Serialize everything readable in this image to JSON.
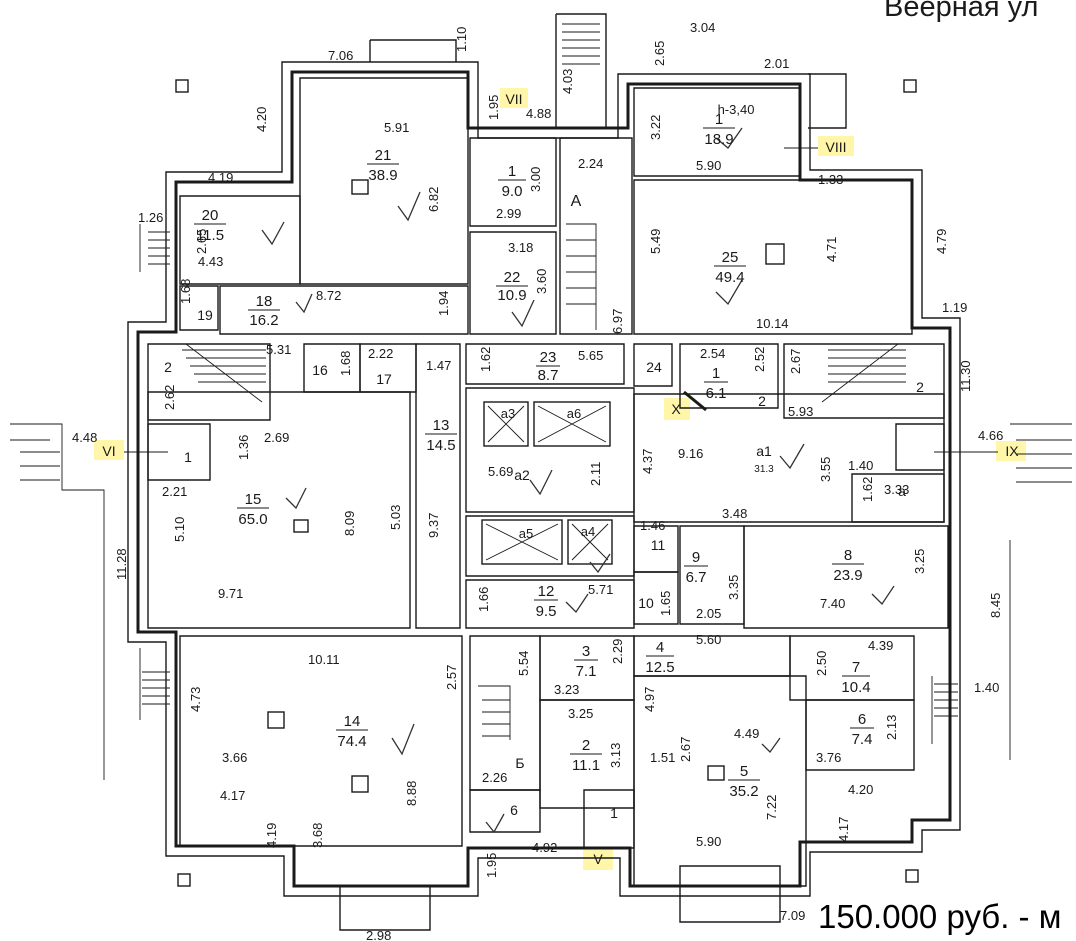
{
  "street_label": "Веерная ул",
  "price_label": "150.000 руб. - м",
  "ceiling_height": "h-3,40",
  "rooms": [
    {
      "id": "r1",
      "num": "1",
      "area": "18.9"
    },
    {
      "id": "r21",
      "num": "21",
      "area": "38.9"
    },
    {
      "id": "r20",
      "num": "20",
      "area": "11.5"
    },
    {
      "id": "r18",
      "num": "18",
      "area": "16.2"
    },
    {
      "id": "r1b",
      "num": "1",
      "area": "9.0"
    },
    {
      "id": "r22",
      "num": "22",
      "area": "10.9"
    },
    {
      "id": "r25",
      "num": "25",
      "area": "49.4"
    },
    {
      "id": "r23",
      "num": "23",
      "area": "8.7"
    },
    {
      "id": "r1c",
      "num": "1",
      "area": "6.1"
    },
    {
      "id": "r13",
      "num": "13",
      "area": "14.5"
    },
    {
      "id": "r15",
      "num": "15",
      "area": "65.0"
    },
    {
      "id": "r9",
      "num": "9",
      "area": "6.7"
    },
    {
      "id": "r8",
      "num": "8",
      "area": "23.9"
    },
    {
      "id": "r12",
      "num": "12",
      "area": "9.5"
    },
    {
      "id": "r3",
      "num": "3",
      "area": "7.1"
    },
    {
      "id": "r4",
      "num": "4",
      "area": "12.5"
    },
    {
      "id": "r7",
      "num": "7",
      "area": "10.4"
    },
    {
      "id": "r6",
      "num": "6",
      "area": "7.4"
    },
    {
      "id": "r14",
      "num": "14",
      "area": "74.4"
    },
    {
      "id": "r2",
      "num": "2",
      "area": "11.1"
    },
    {
      "id": "r5",
      "num": "5",
      "area": "35.2"
    }
  ],
  "labels": {
    "r19": "19",
    "r16": "16",
    "r17": "17",
    "r24": "24",
    "r2a": "2",
    "r2b": "2",
    "r1v": "1",
    "r1x": "1",
    "r10": "10",
    "r11": "11",
    "r6b": "6",
    "rA": "А",
    "rB": "Б",
    "a1": "а1",
    "a1sub": "31.3",
    "a2": "а2",
    "a3": "а3",
    "a4": "а4",
    "a5": "а5",
    "a6": "а6",
    "a_": "а"
  },
  "exits": [
    "VI",
    "VII",
    "VIII",
    "IX",
    "X",
    "V"
  ],
  "dimensions": [
    "7.06",
    "1.10",
    "3.04",
    "2.65",
    "2.01",
    "4.20",
    "1.95",
    "4.03",
    "4.88",
    "3.22",
    "5.91",
    "3.00",
    "2.24",
    "4.19",
    "6.82",
    "2.99",
    "5.90",
    "1.33",
    "1.26",
    "2.65",
    "4.43",
    "3.18",
    "5.49",
    "4.71",
    "4.79",
    "1.94",
    "3.60",
    "8.72",
    "6.97",
    "10.14",
    "1.19",
    "1.68",
    "5.31",
    "1.68",
    "2.22",
    "1.47",
    "1.62",
    "5.65",
    "2.54",
    "2.52",
    "2.67",
    "11.30",
    "2.62",
    "2.69",
    "1.36",
    "4.48",
    "5.93",
    "4.66",
    "9.16",
    "4.37",
    "3.55",
    "1.40",
    "5.69",
    "2.21",
    "2.11",
    "1.62",
    "3.33",
    "3.48",
    "11.28",
    "5.10",
    "8.09",
    "5.03",
    "9.37",
    "1.46",
    "3.35",
    "3.25",
    "9.71",
    "1.66",
    "5.71",
    "1.65",
    "2.05",
    "7.40",
    "8.45",
    "10.11",
    "5.54",
    "2.29",
    "5.60",
    "2.50",
    "4.39",
    "2.57",
    "3.23",
    "4.97",
    "1.40",
    "4.73",
    "3.25",
    "2.67",
    "4.49",
    "2.13",
    "3.66",
    "3.13",
    "1.51",
    "3.76",
    "4.17",
    "2.26",
    "4.20",
    "8.88",
    "7.22",
    "4.19",
    "3.68",
    "1.95",
    "4.92",
    "5.90",
    "4.17",
    "2.98",
    "7.09"
  ]
}
